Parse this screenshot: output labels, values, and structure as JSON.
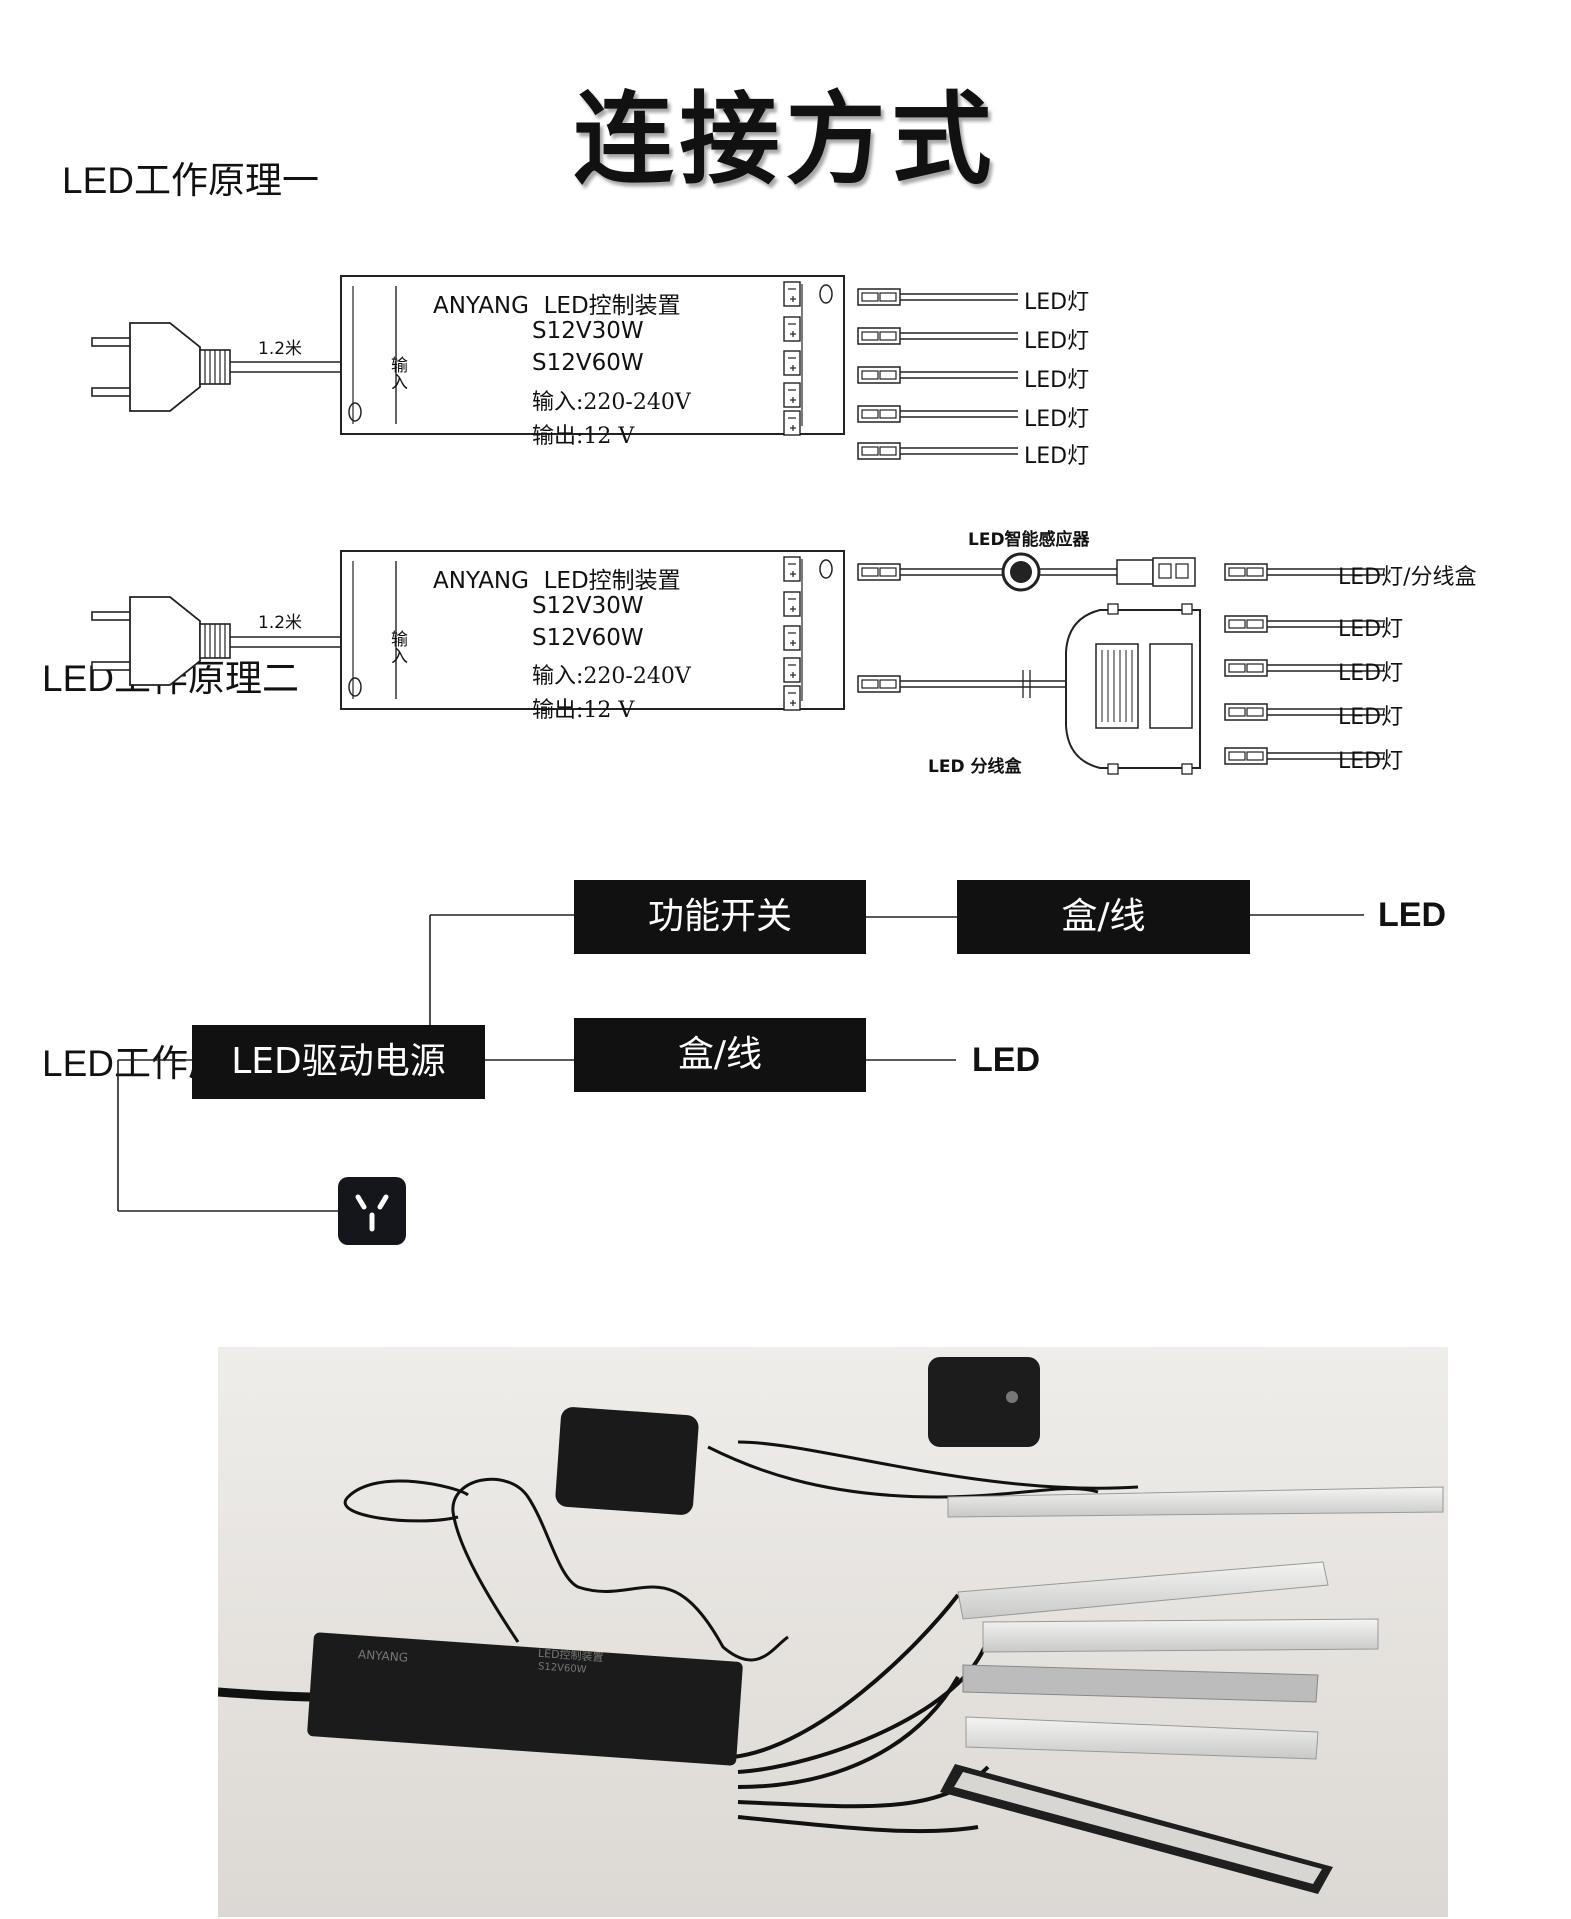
{
  "title": "连接方式",
  "sections": {
    "one": "LED工作原理一",
    "two": "LED工作原理二",
    "three": "LED工作原理三"
  },
  "diagram1": {
    "cable_length": "1.2米",
    "input_label": "输入",
    "controller": {
      "brand": "ANYANG",
      "name": "LED控制装置",
      "model_1": "S12V30W",
      "model_2": "S12V60W",
      "input": "输入:220-240V",
      "output": "输出:12 V"
    },
    "outputs": [
      "LED灯",
      "LED灯",
      "LED灯",
      "LED灯",
      "LED灯"
    ]
  },
  "diagram2": {
    "cable_length": "1.2米",
    "input_label": "输入",
    "controller": {
      "brand": "ANYANG",
      "name": "LED控制装置",
      "model_1": "S12V30W",
      "model_2": "S12V60W",
      "input": "输入:220-240V",
      "output": "输出:12 V"
    },
    "sensor_label": "LED智能感应器",
    "sensor_output": "LED灯/分线盒",
    "splitter_label": "LED 分线盒",
    "splitter_outputs": [
      "LED灯",
      "LED灯",
      "LED灯",
      "LED灯"
    ]
  },
  "flow": {
    "switch": "功能开关",
    "box_top": "盒/线",
    "box_bottom": "盒/线",
    "driver": "LED驱动电源",
    "led_top": "LED",
    "led_bottom": "LED",
    "socket_icon": "power-socket-icon"
  },
  "photo": {
    "driver_brand": "ANYANG",
    "driver_name": "LED控制装置",
    "driver_model": "S12V60W"
  },
  "colors": {
    "block": "#111111",
    "photo_bg": "#e9e6e2"
  }
}
